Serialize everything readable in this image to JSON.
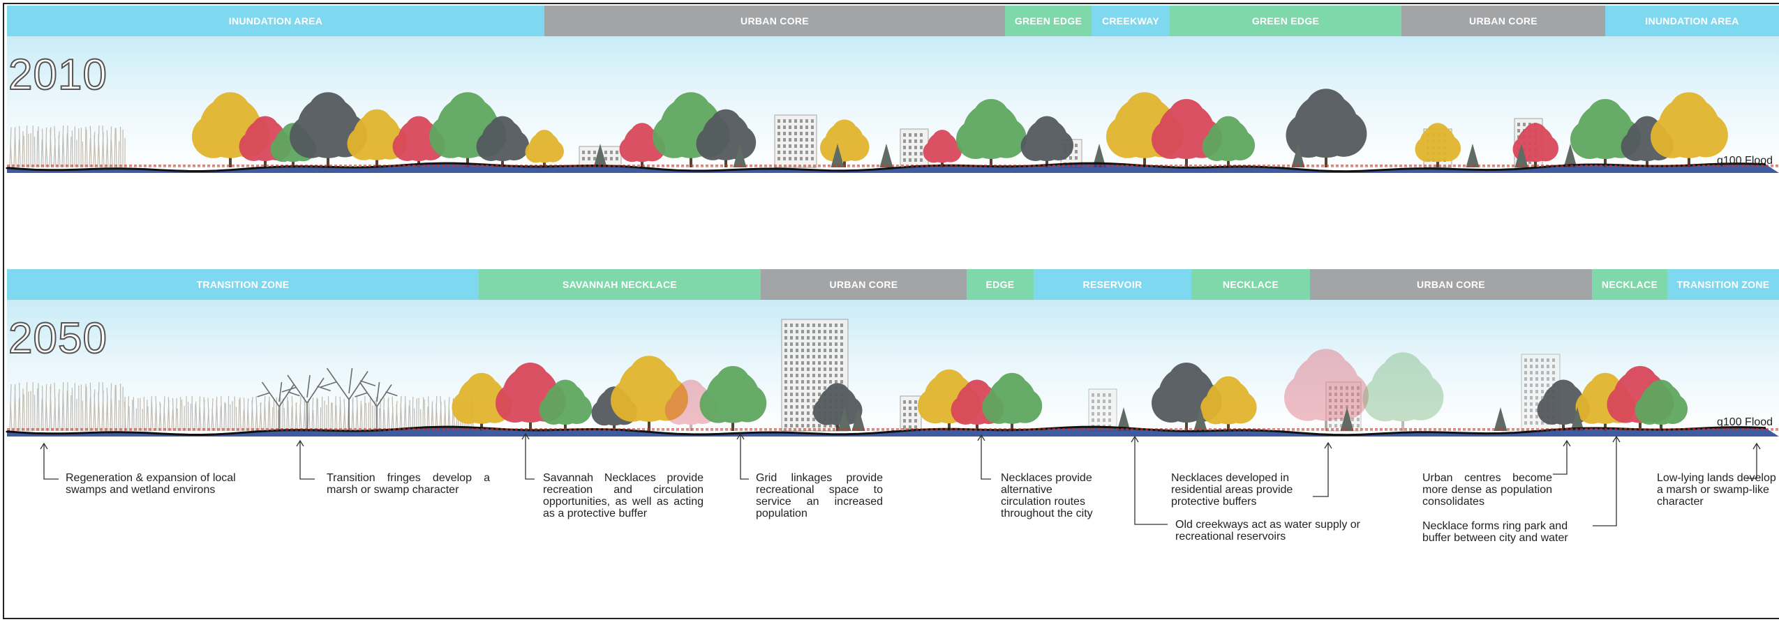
{
  "sections": [
    {
      "year": "2010",
      "flood_label": "q100 Flood",
      "zones": [
        {
          "label": "INUNDATION AREA",
          "kind": "water"
        },
        {
          "label": "URBAN CORE",
          "kind": "urban"
        },
        {
          "label": "GREEN EDGE",
          "kind": "green"
        },
        {
          "label": "CREEKWAY",
          "kind": "water"
        },
        {
          "label": "GREEN EDGE",
          "kind": "green"
        },
        {
          "label": "URBAN CORE",
          "kind": "urban"
        },
        {
          "label": "INUNDATION AREA",
          "kind": "water"
        }
      ]
    },
    {
      "year": "2050",
      "flood_label": "q100 Flood",
      "zones": [
        {
          "label": "TRANSITION ZONE",
          "kind": "water"
        },
        {
          "label": "SAVANNAH NECKLACE",
          "kind": "green"
        },
        {
          "label": "URBAN CORE",
          "kind": "urban"
        },
        {
          "label": "EDGE",
          "kind": "green"
        },
        {
          "label": "RESERVOIR",
          "kind": "water"
        },
        {
          "label": "NECKLACE",
          "kind": "green"
        },
        {
          "label": "URBAN CORE",
          "kind": "urban"
        },
        {
          "label": "NECKLACE",
          "kind": "green"
        },
        {
          "label": "TRANSITION ZONE",
          "kind": "water"
        }
      ]
    }
  ],
  "annotations": [
    {
      "text": "Regeneration & expansion of local swamps and wetland environs"
    },
    {
      "text": "Transition fringes develop a marsh or swamp character"
    },
    {
      "text": "Savannah Necklaces provide recreation and circulation opportunities, as well as acting as a protective buffer"
    },
    {
      "text": "Grid linkages provide recreational space to service an increased population"
    },
    {
      "text": "Necklaces provide alternative circulation routes throughout the city"
    },
    {
      "text": "Necklaces developed in residential areas provide protective buffers"
    },
    {
      "text": "Old creekways act as water supply or recreational reservoirs"
    },
    {
      "text": "Urban centres become more dense as population consolidates"
    },
    {
      "text": "Necklace forms ring park and buffer between city and water"
    },
    {
      "text": "Low-lying lands develop a marsh or swamp-like character"
    }
  ],
  "colors": {
    "water_band": "#7ed8ef",
    "urban_band": "#a3a4a6",
    "green_band": "#7fd8aa",
    "water": "#1f3f8f",
    "flood_line": "#c0392b",
    "tree_yellow": "#e2b52e",
    "tree_red": "#d9485b",
    "tree_green": "#5fa75f",
    "tree_dark": "#555a5e"
  }
}
